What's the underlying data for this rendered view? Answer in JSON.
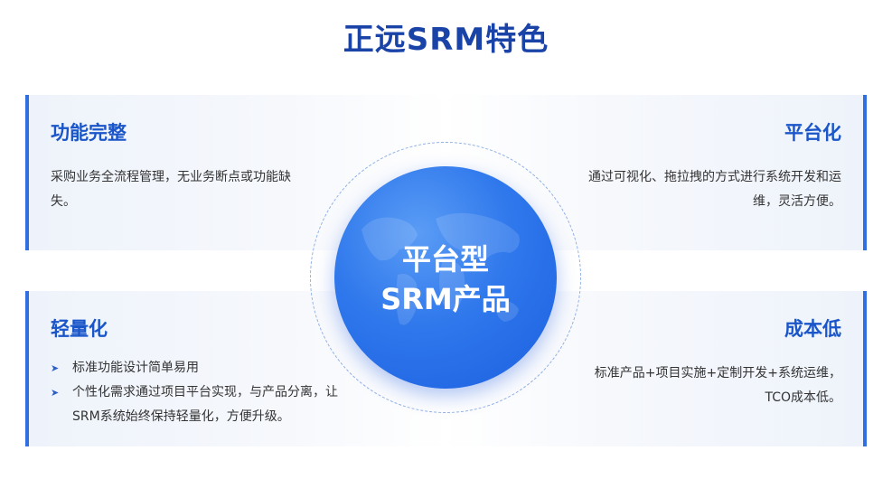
{
  "title": "正远SRM特色",
  "center": {
    "line1": "平台型",
    "line2": "SRM产品"
  },
  "cards": {
    "top_left": {
      "title": "功能完整",
      "text": "采购业务全流程管理，无业务断点或功能缺失。"
    },
    "top_right": {
      "title": "平台化",
      "text": "通过可视化、拖拉拽的方式进行系统开发和运维，灵活方便。"
    },
    "bottom_left": {
      "title": "轻量化",
      "bullets": [
        "标准功能设计简单易用",
        "个性化需求通过项目平台实现，与产品分离，让SRM系统始终保持轻量化，方便升级。"
      ]
    },
    "bottom_right": {
      "title": "成本低",
      "text": "标准产品+项目实施+定制开发+系统运维，TCO成本低。"
    }
  },
  "icons": {
    "bullet": "arrow-right-icon",
    "center_bg": "world-map-icon"
  },
  "colors": {
    "title": "#1a43a8",
    "accent": "#2f6fe0",
    "card_title": "#1a56c9",
    "circle": "#2f78ec"
  }
}
